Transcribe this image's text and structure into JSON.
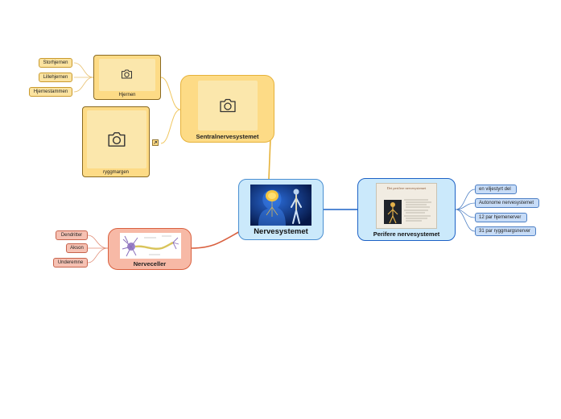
{
  "central": {
    "label": "Nervesystemet"
  },
  "sentral": {
    "label": "Sentralnervesystemet",
    "hjernen": {
      "label": "Hjernen",
      "children": [
        "Storhjernen",
        "Lillehjernen",
        "Hjernestammen"
      ]
    },
    "ryggmargen": {
      "label": "ryggmargen"
    }
  },
  "nerveceller": {
    "label": "Nerveceller",
    "children": [
      "Dendritter",
      "Akson",
      "Underemne"
    ]
  },
  "perifere": {
    "label": "Perifere nervesystemet",
    "image_title": "Det perifere nervesystemet",
    "children": [
      "en viljestyrt del",
      "Autonome nervesystemet",
      "12 par hjernenerver",
      "31 par ryggmargsnerver"
    ]
  },
  "colors": {
    "yellow_fill": "#fddb86",
    "yellow_border": "#e6b23a",
    "blue_fill": "#cbe9fb",
    "blue_border": "#4a8fd1",
    "red_fill": "#f7b9a6",
    "red_border": "#d9603f",
    "dark_blue": "#1d62c6"
  }
}
